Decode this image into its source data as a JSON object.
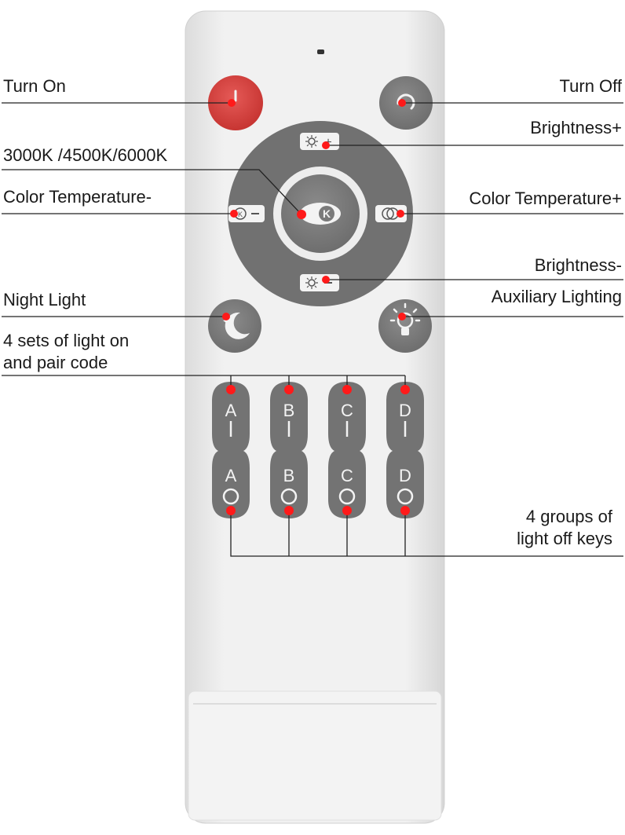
{
  "labels": {
    "turn_on": "Turn On",
    "turn_off": "Turn Off",
    "brightness_up": "Brightness+",
    "color_temp_modes": "3000K /4500K/6000K",
    "color_temp_down": "Color Temperature-",
    "color_temp_up": "Color Temperature+",
    "brightness_down": "Brightness-",
    "night_light": "Night Light",
    "auxiliary_lighting": "Auxiliary Lighting",
    "pair_code_line1": "4 sets of light on",
    "pair_code_line2": "and pair code",
    "off_keys_line1": "4 groups of",
    "off_keys_line2": "light off keys"
  },
  "buttons": {
    "k_center": "K",
    "group_on": [
      "A I",
      "B I",
      "C I",
      "D I"
    ],
    "group_off": [
      "A O",
      "B O",
      "C O",
      "D O"
    ]
  },
  "colors": {
    "remote_body": "#ededed",
    "button_gray": "#7b7b7b",
    "power_red": "#d9423f",
    "marker_red": "#ff1a1a"
  },
  "icons": [
    "power-icon",
    "moon-star-icon",
    "bulb-icon",
    "sun-icon"
  ]
}
